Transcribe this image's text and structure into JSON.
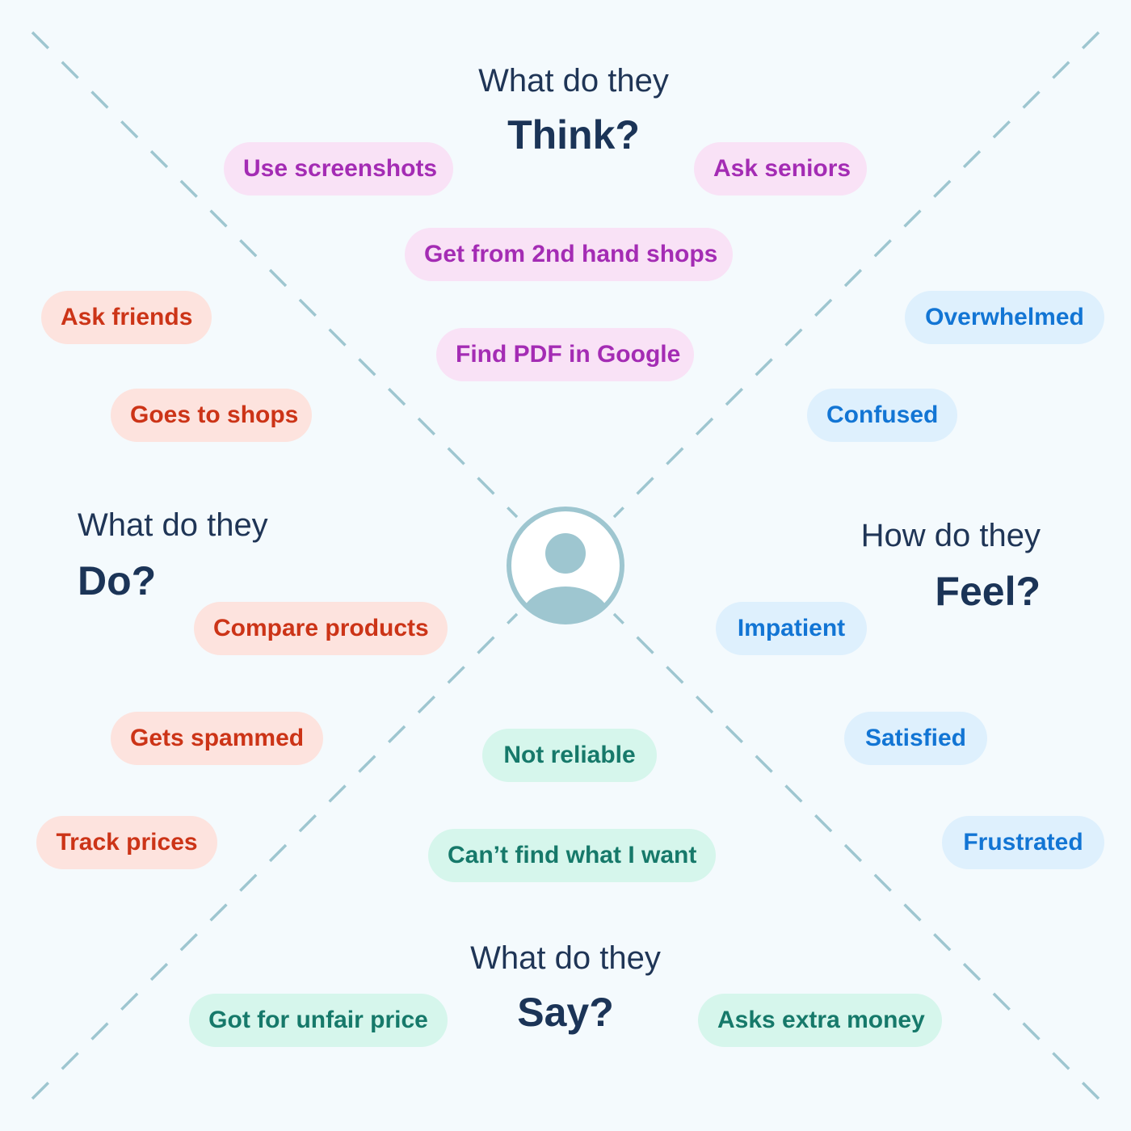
{
  "headings": {
    "think": {
      "question": "What do they",
      "keyword": "Think?"
    },
    "do": {
      "question": "What do they",
      "keyword": "Do?"
    },
    "feel": {
      "question": "How do they",
      "keyword": "Feel?"
    },
    "say": {
      "question": "What do they",
      "keyword": "Say?"
    }
  },
  "think_items": [
    "Use screenshots",
    "Ask seniors",
    "Get from 2nd hand shops",
    "Find PDF in Google"
  ],
  "do_items": [
    "Ask friends",
    "Goes to shops",
    "Compare products",
    "Gets spammed",
    "Track prices"
  ],
  "feel_items": [
    "Overwhelmed",
    "Confused",
    "Impatient",
    "Satisfied",
    "Frustrated"
  ],
  "say_items": [
    "Not reliable",
    "Can’t find what I want",
    "Got for unfair price",
    "Asks extra money"
  ],
  "colors": {
    "background": "#f4fafd",
    "heading": "#1d3557",
    "divider": "#9ec6d0",
    "think_bg": "#f9e2f6",
    "think_text": "#a42cb4",
    "do_bg": "#fde3de",
    "do_text": "#cc3417",
    "feel_bg": "#def0fd",
    "feel_text": "#1275d4",
    "say_bg": "#d6f6ec",
    "say_text": "#16796a"
  },
  "icons": {
    "center": "user-avatar-icon"
  }
}
